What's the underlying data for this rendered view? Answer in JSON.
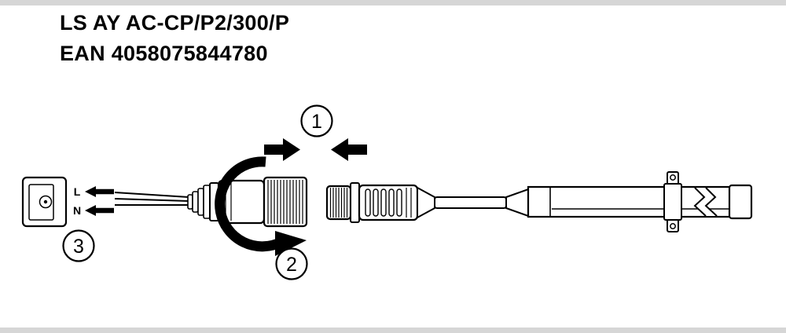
{
  "colors": {
    "bar": "#d6d6d6",
    "ink": "#000000",
    "background": "#ffffff"
  },
  "header": {
    "product_name": "LS AY AC-CP/P2/300/P",
    "ean": "EAN 4058075844780"
  },
  "diagram": {
    "steps": [
      "1",
      "2",
      "3"
    ],
    "wire_labels": {
      "live": "L",
      "neutral": "N"
    }
  }
}
